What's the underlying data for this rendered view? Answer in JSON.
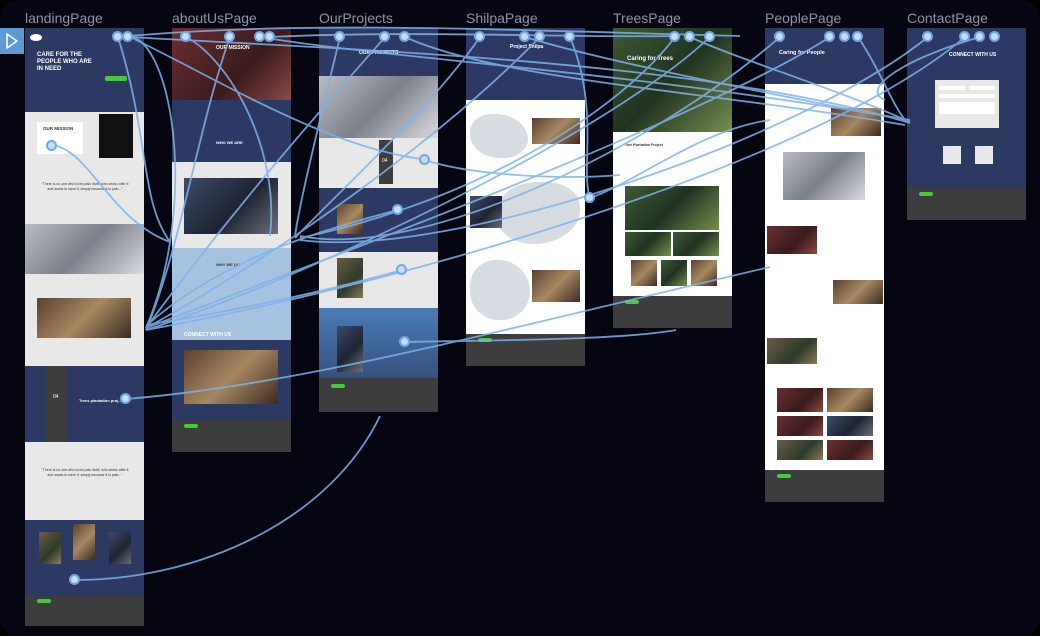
{
  "frames": [
    {
      "id": "landing",
      "label": "landingPage"
    },
    {
      "id": "about",
      "label": "aboutUsPage"
    },
    {
      "id": "projects",
      "label": "OurProjects"
    },
    {
      "id": "shilpa",
      "label": "ShilpaPage"
    },
    {
      "id": "trees",
      "label": "TreesPage"
    },
    {
      "id": "people",
      "label": "PeoplePage"
    },
    {
      "id": "contact",
      "label": "ContactPage"
    }
  ],
  "landing": {
    "hero_title": "CARE FOR THE PEOPLE WHO ARE IN NEED",
    "mission_heading": "OUR MISSION",
    "quote": "\"There is no one who loves pain itself, who seeks after it and wants to have it, simply because it is pain...\"",
    "stat_number": "04",
    "tree_project": "Trees plantation proj...",
    "quote2": "\"There is no one who loves pain itself, who seeks after it and wants to have it, simply because it is pain...\""
  },
  "about": {
    "mission_heading": "OUR MISSION",
    "who_heading": "WHO WE ARE",
    "why_heading": "WHY WE DO",
    "connect_heading": "CONNECT WITH US"
  },
  "projects": {
    "heading": "OUR PROJECTS",
    "stat_number": "04"
  },
  "shilpa": {
    "heading": "Project Shilpa"
  },
  "trees": {
    "heading": "Caring for Trees",
    "subheading": "Tree Plantation Project"
  },
  "people": {
    "heading": "Caring for People"
  },
  "contact": {
    "heading": "CONNECT WITH US"
  },
  "colors": {
    "canvas": "#050612",
    "navy": "#2c3a63",
    "wire": "#7fb2ea",
    "accent_green": "#46c93a",
    "play_button": "#5b9bd5"
  },
  "icons": {
    "play": "play-icon"
  }
}
